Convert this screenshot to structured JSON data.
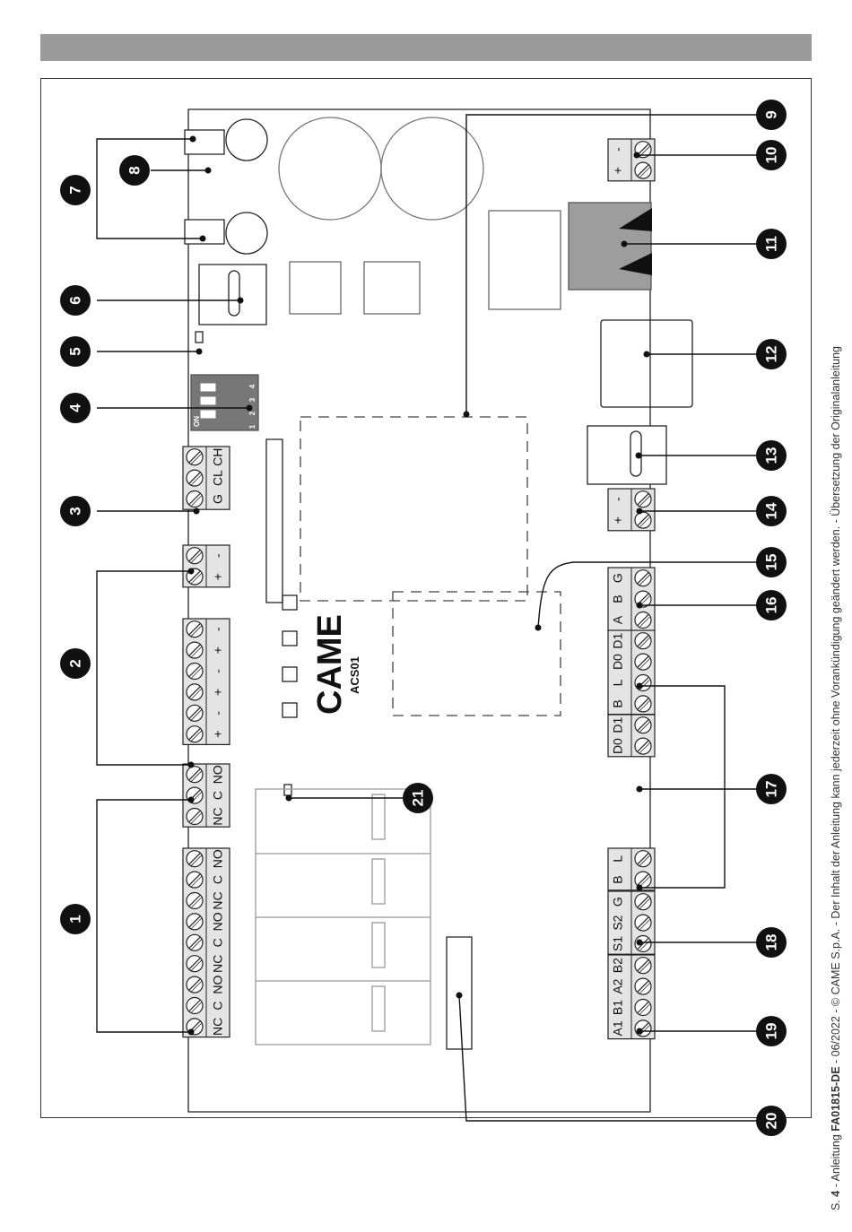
{
  "header": {
    "bar_color": "#9b9b9b"
  },
  "footer": {
    "prefix": "S. ",
    "page": "4",
    "sep1": " - Anleitung ",
    "doc_code": "FA01815-DE",
    "rest": " - 06/2022 - © CAME S.p.A. - Der Inhalt der Anleitung kann jederzeit ohne Vorankündigung geändert werden. - Übersetzung der Originalanleitung"
  },
  "board": {
    "logo": "CAME",
    "model": "ACS01",
    "dip_on": "ON",
    "dip_numbers": [
      "1",
      "2",
      "3",
      "4"
    ]
  },
  "terminals": {
    "ch_cl_g": [
      "CH",
      "CL",
      "G"
    ],
    "power_left": [
      "-",
      "+"
    ],
    "power_row": [
      "-",
      "+",
      "-",
      "+",
      "-",
      "+"
    ],
    "relay_small": [
      "NO",
      "C",
      "NC"
    ],
    "relay_big": [
      "NO",
      "C",
      "NC",
      "NO",
      "C",
      "NC",
      "NO",
      "C",
      "NC"
    ],
    "top_right": [
      "-",
      "+"
    ],
    "mid_right": [
      "-",
      "+"
    ],
    "abg": [
      "G",
      "B",
      "A"
    ],
    "d1d0lb": [
      "D1",
      "D0",
      "L",
      "B"
    ],
    "d1d0": [
      "D1",
      "D0"
    ],
    "lb": [
      "L",
      "B"
    ],
    "g_s2_s1": [
      "G",
      "S2",
      "S1"
    ],
    "b2_a2_b1_a1": [
      "B2",
      "A2",
      "B1",
      "A1"
    ]
  },
  "callouts": [
    "1",
    "2",
    "3",
    "4",
    "5",
    "6",
    "7",
    "8",
    "9",
    "10",
    "11",
    "12",
    "13",
    "14",
    "15",
    "16",
    "17",
    "18",
    "19",
    "20",
    "21"
  ]
}
